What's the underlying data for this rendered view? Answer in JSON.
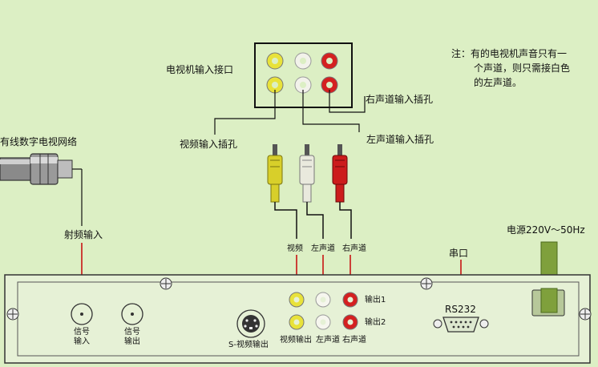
{
  "tv_panel": {
    "title": "电视机输入接口",
    "video_jack": "视频输入插孔",
    "right_jack": "右声道输入插孔",
    "left_jack": "左声道输入插孔"
  },
  "note": {
    "prefix": "注：",
    "line1": "有的电视机声音只有一",
    "line2": "个声道，则只需接白色",
    "line3": "的左声道。"
  },
  "cable": {
    "network": "有线数字电视网络",
    "rf_in": "射频输入"
  },
  "plug_labels": {
    "video": "视频",
    "left": "左声道",
    "right": "右声道"
  },
  "serial_top": "串口",
  "power": "电源220V～50Hz",
  "box": {
    "signal_in_1": "信号",
    "signal_in_2": "输入",
    "signal_out_1": "信号",
    "signal_out_2": "输出",
    "svideo": "S-视频输出",
    "video_out": "视频输出",
    "left": "左声道",
    "right": "右声道",
    "out1": "输出1",
    "out2": "输出2",
    "rs232": "RS232"
  },
  "colors": {
    "background": "#dcefc4",
    "video_yellow": "#e8e23a",
    "audio_white": "#f2f2ea",
    "audio_red": "#d42020",
    "line_red": "#c81414"
  }
}
